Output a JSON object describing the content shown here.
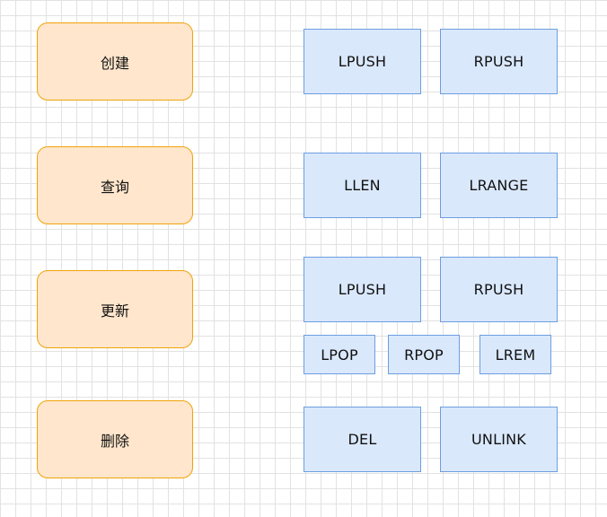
{
  "colors": {
    "category_fill": "#ffe6cc",
    "category_border": "#f0a30a",
    "command_fill": "#dae8fc",
    "command_border": "#6c9ee0"
  },
  "groups": [
    {
      "category": "创建",
      "commands": [
        "LPUSH",
        "RPUSH"
      ]
    },
    {
      "category": "查询",
      "commands": [
        "LLEN",
        "LRANGE"
      ]
    },
    {
      "category": "更新",
      "commands": [
        "LPUSH",
        "RPUSH",
        "LPOP",
        "RPOP",
        "LREM"
      ]
    },
    {
      "category": "删除",
      "commands": [
        "DEL",
        "UNLINK"
      ]
    }
  ]
}
